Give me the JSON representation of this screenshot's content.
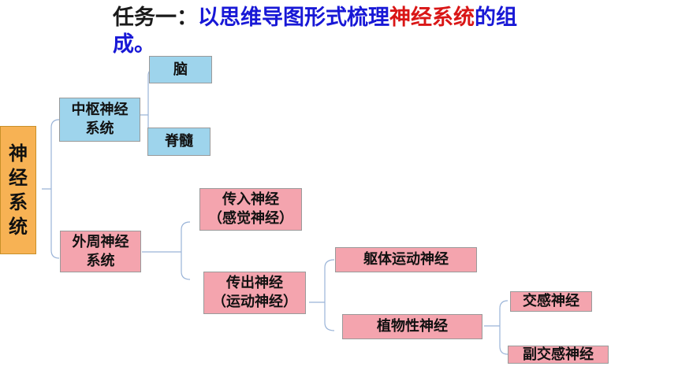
{
  "title": {
    "part1": "任务一：",
    "part2": "以思维导图形式梳理",
    "part3": "神经系统",
    "part4": "的组成。"
  },
  "nodes": {
    "root": "神\n经\n系\n统",
    "central": "中枢神经\n系统",
    "brain": "脑",
    "spinal": "脊髓",
    "peripheral": "外周神经\n系统",
    "afferent": "传入神经\n（感觉神经）",
    "efferent": "传出神经\n（运动神经）",
    "somatic": "躯体运动神经",
    "autonomic": "植物性神经",
    "sympathetic": "交感神经",
    "parasympathetic": "副交感神经"
  },
  "colors": {
    "root": "#f7b254",
    "central": "#9ed4ec",
    "peripheral": "#f4a4ae",
    "connector": "#9ab4d8",
    "title_blue": "#1818d6",
    "title_red": "#d91616"
  }
}
